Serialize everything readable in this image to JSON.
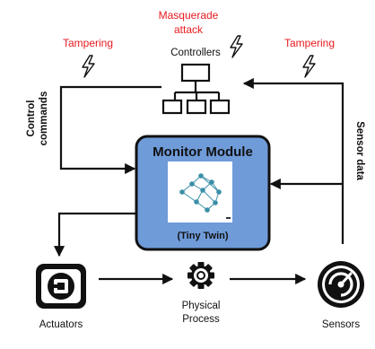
{
  "attacks": {
    "masquerade_line1": "Masquerade",
    "masquerade_line2": "attack",
    "tampering_left": "Tampering",
    "tampering_right": "Tampering"
  },
  "nodes": {
    "controllers": "Controllers",
    "monitor_title": "Monitor Module",
    "monitor_subtitle": "(Tiny Twin)",
    "actuators": "Actuators",
    "physical_line1": "Physical",
    "physical_line2": "Process",
    "sensors": "Sensors"
  },
  "edges": {
    "control_line1": "Control",
    "control_line2": "commands",
    "sensor_data": "Sensor data"
  },
  "icons": {
    "lightning": "lightning-bolt-icon",
    "controllers": "hierarchy-network-icon",
    "neural": "neural-network-icon",
    "actuator": "actuator-icon",
    "gear": "gear-icon",
    "sensor": "gauge-sensor-icon"
  },
  "colors": {
    "attack_red": "#e8191e",
    "module_fill": "#6f9bd9",
    "module_border": "#111111",
    "network_teal": "#3a8fa8"
  }
}
